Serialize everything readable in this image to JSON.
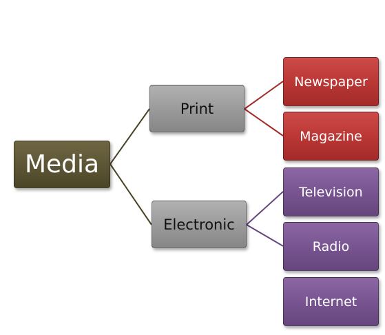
{
  "diagram": {
    "root": {
      "label": "Media",
      "color": "#5c5535"
    },
    "branches": [
      {
        "label": "Print",
        "color": "#999999",
        "children": [
          {
            "label": "Newspaper",
            "color": "#b93634"
          },
          {
            "label": "Magazine",
            "color": "#b93634"
          }
        ]
      },
      {
        "label": "Electronic",
        "color": "#999999",
        "children": [
          {
            "label": "Television",
            "color": "#76538f"
          },
          {
            "label": "Radio",
            "color": "#76538f"
          },
          {
            "label": "Internet",
            "color": "#76538f"
          }
        ]
      }
    ],
    "connector_colors": {
      "root": "#4b4528",
      "print": "#a22b29",
      "electronic": "#66467d"
    }
  }
}
